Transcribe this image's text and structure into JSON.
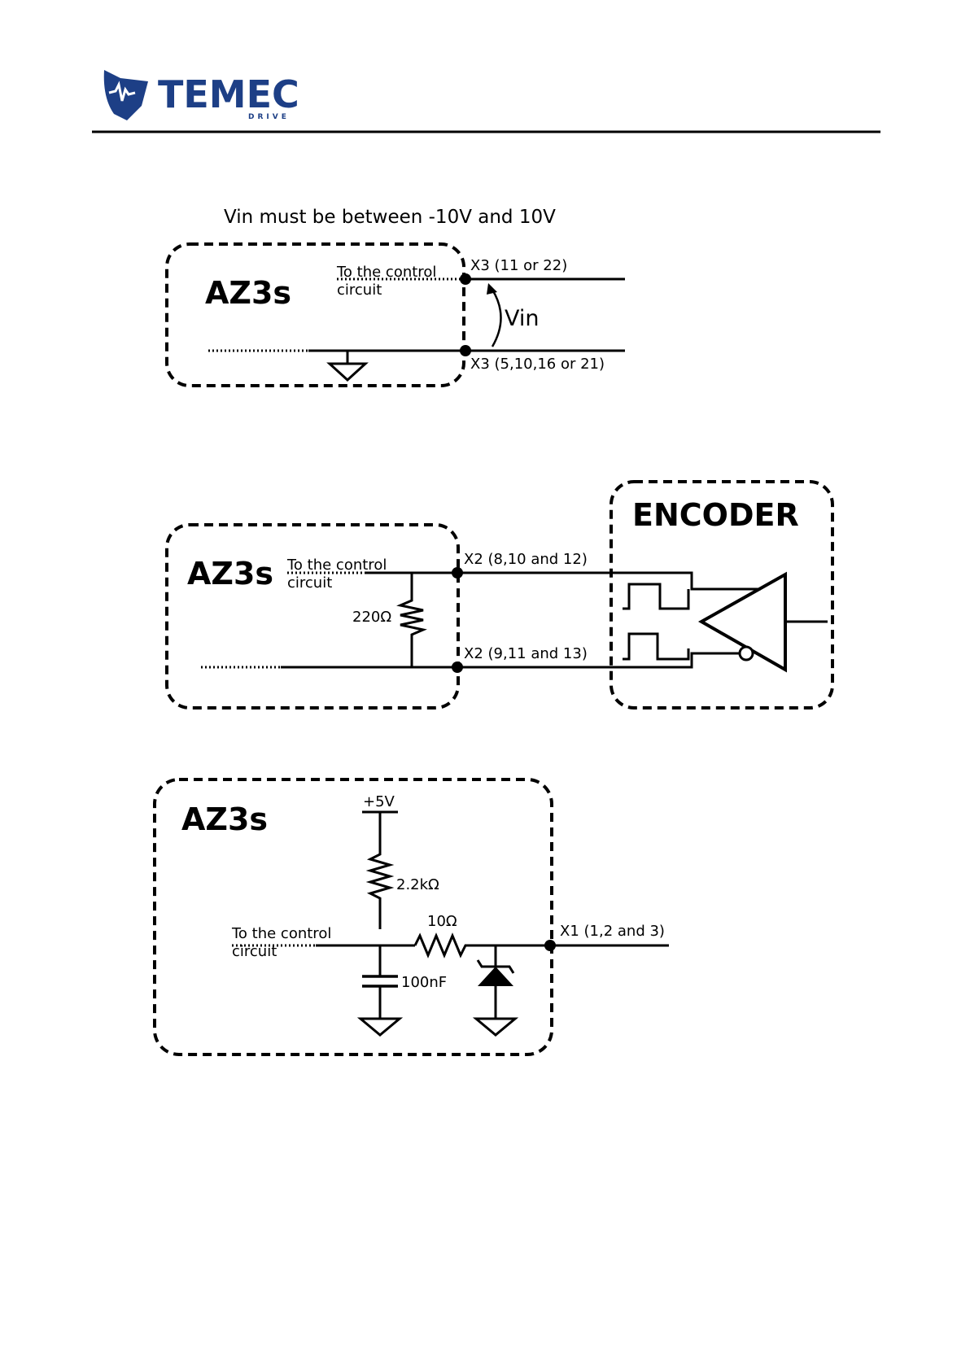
{
  "header": {
    "brand_name": "TEMEC",
    "brand_sub": "DRIVE",
    "brand_color": "#1d3f86"
  },
  "diagram1": {
    "caption": "Vin must be between -10V and 10V",
    "block_label": "AZ3s",
    "control_line1": "To the control",
    "control_line2": "circuit",
    "top_pin": "X3 (11 or 22)",
    "bottom_pin": "X3 (5,10,16 or 21)",
    "voltage_label": "Vin"
  },
  "diagram2": {
    "block_label": "AZ3s",
    "control_line1": "To the control",
    "control_line2": "circuit",
    "resistor": "220Ω",
    "top_pin": "X2 (8,10 and 12)",
    "bottom_pin": "X2 (9,11 and 13)",
    "encoder_label": "ENCODER"
  },
  "diagram3": {
    "block_label": "AZ3s",
    "supply": "+5V",
    "pullup_resistor": "2.2kΩ",
    "series_resistor": "10Ω",
    "capacitor": "100nF",
    "control_line1": "To the control",
    "control_line2": "circuit",
    "output_pin": "X1 (1,2 and 3)"
  }
}
